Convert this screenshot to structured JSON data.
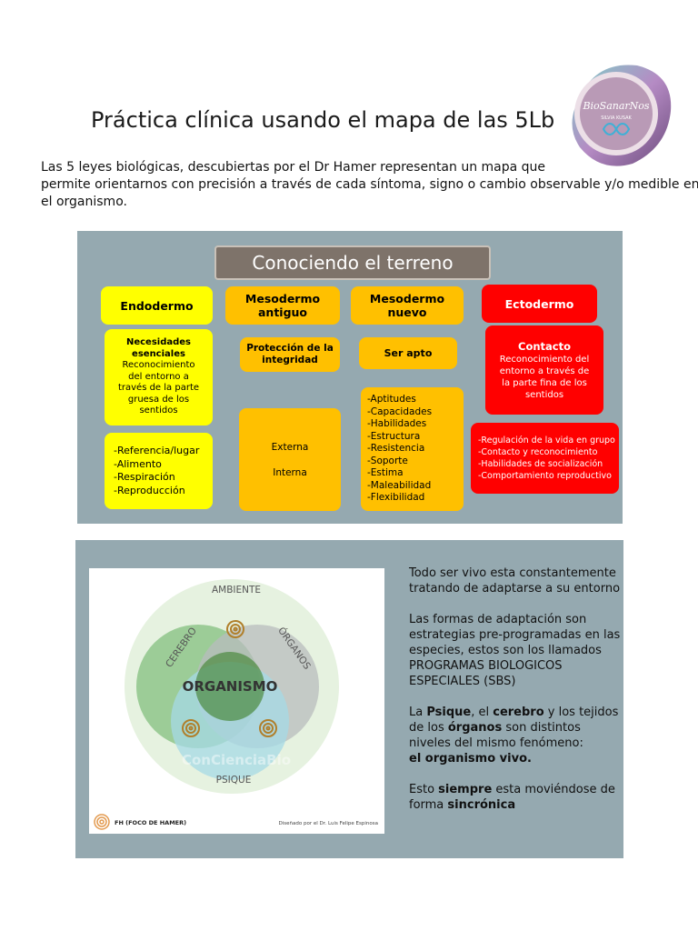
{
  "logo": {
    "text": "BioSanarNos",
    "subtext": "SILVIA KUSAK"
  },
  "title": "Práctica clínica usando el mapa de las 5Lb",
  "intro": [
    "Las 5 leyes biológicas, descubiertas por el Dr Hamer representan un mapa que",
    "permite orientarnos con precisión a través de cada síntoma, signo o cambio observable y/o medible en",
    "el organismo."
  ],
  "panel1": {
    "header": "Conociendo el terreno",
    "endodermo": {
      "title": "Endodermo",
      "box1_title": [
        "Necesidades",
        "esenciales"
      ],
      "box1_text": [
        "Reconocimiento",
        "del entorno a",
        "través de la parte",
        "gruesa de los",
        "sentidos"
      ],
      "box2_items": [
        "-Referencia/lugar",
        "-Alimento",
        "-Respiración",
        "-Reproducción"
      ]
    },
    "meso_antiguo": {
      "title": [
        "Mesodermo",
        "antiguo"
      ],
      "box1": [
        "Protección de la",
        "integridad"
      ],
      "box2": [
        "Externa",
        "Interna"
      ]
    },
    "meso_nuevo": {
      "title": [
        "Mesodermo",
        "nuevo"
      ],
      "box1": "Ser apto",
      "box2_items": [
        "-Aptitudes",
        "-Capacidades",
        "-Habilidades",
        "-Estructura",
        "-Resistencia",
        "-Soporte",
        "-Estima",
        "-Maleabilidad",
        "-Flexibilidad"
      ]
    },
    "ectodermo": {
      "title": "Ectodermo",
      "box1_title": "Contacto",
      "box1_text": [
        "Reconocimiento del",
        "entorno a través de",
        "la parte fina de los",
        "sentidos"
      ],
      "box2_items": [
        "-Regulación de la vida en grupo",
        "-Contacto y reconocimiento",
        "-Habilidades de socialización",
        "-Comportamiento reproductivo"
      ]
    }
  },
  "venn": {
    "ambiente": "AMBIENTE",
    "cerebro": "CEREBRO",
    "organos": "ÓRGANOS",
    "organismo": "ORGANISMO",
    "psique": "PSIQUE",
    "watermark": "ConCienciaBio",
    "legend": "FH (FOCO DE HAMER)",
    "credit": "Diseñado por el Dr. Luis Felipe Espinosa"
  },
  "right_text": {
    "p1": [
      "Todo ser vivo esta constantemente",
      "tratando de adaptarse a su entorno"
    ],
    "p2": [
      "Las formas de adaptación son",
      "estrategias pre-programadas en las",
      "especies, estos son los llamados",
      "PROGRAMAS BIOLOGICOS",
      "ESPECIALES (SBS)"
    ],
    "p3_l1": [
      "La ",
      "Psique",
      ", el ",
      "cerebro",
      " y los tejidos"
    ],
    "p3_l2": [
      "de los ",
      "órganos",
      " son distintos"
    ],
    "p3_l3": "niveles del mismo fenómeno:",
    "p3_l4": " el organismo vivo.",
    "p4_l1": [
      "Esto ",
      "siempre",
      " esta moviéndose de"
    ],
    "p4_l2": [
      "forma ",
      "sincrónica"
    ]
  },
  "colors": {
    "panel_bg": "#95a9b0",
    "yellow": "#ffff00",
    "orange": "#ffc000",
    "red": "#ff0000",
    "header_bg": "#7e736a"
  }
}
